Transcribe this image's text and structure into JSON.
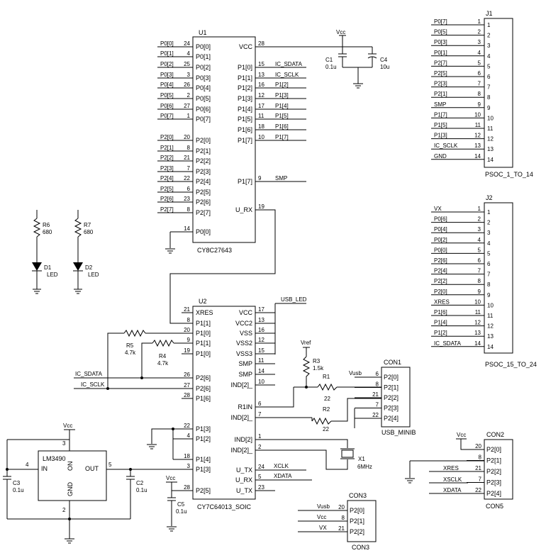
{
  "u1": {
    "ref": "U1",
    "part": "CY8C27643",
    "left": [
      [
        "24",
        "P0[0]",
        "P0[0]"
      ],
      [
        "4",
        "P0[1]",
        "P0[1]"
      ],
      [
        "25",
        "P0[2]",
        "P0[2]"
      ],
      [
        "3",
        "P0[3]",
        "P0[3]"
      ],
      [
        "26",
        "P0[4]",
        "P0[4]"
      ],
      [
        "2",
        "P0[5]",
        "P0[5]"
      ],
      [
        "27",
        "P0[6]",
        "P0[6]"
      ],
      [
        "1",
        "P0[7]",
        "P0[7]"
      ],
      [
        "20",
        "P2[0]",
        "P2[0]"
      ],
      [
        "8",
        "P2[1]",
        "P2[1]"
      ],
      [
        "21",
        "P2[2]",
        "P2[2]"
      ],
      [
        "7",
        "P2[3]",
        "P2[3]"
      ],
      [
        "22",
        "P2[4]",
        "P2[4]"
      ],
      [
        "6",
        "P2[5]",
        "P2[5]"
      ],
      [
        "23",
        "P2[6]",
        "P2[6]"
      ],
      [
        "8",
        "P2[7]",
        "P2[7]"
      ],
      [
        "14",
        "P0[0]",
        ""
      ]
    ],
    "right": [
      [
        "28",
        "VCC",
        ""
      ],
      [
        "15",
        "P1[0]",
        "IC_SDATA"
      ],
      [
        "13",
        "P1[1]",
        "IC_SCLK"
      ],
      [
        "16",
        "P1[2]",
        "P1[2]"
      ],
      [
        "12",
        "P1[3]",
        "P1[3]"
      ],
      [
        "17",
        "P1[4]",
        "P1[4]"
      ],
      [
        "11",
        "P1[5]",
        "P1[5]"
      ],
      [
        "18",
        "P1[6]",
        "P1[6]"
      ],
      [
        "10",
        "P1[7]",
        "P1[7]"
      ],
      [
        "9",
        "P1[7]",
        "SMP"
      ],
      [
        "19",
        "U_RX",
        ""
      ]
    ]
  },
  "u2": {
    "ref": "U2",
    "part": "CY7C64013_SOIC",
    "left": [
      [
        "21",
        "XRES"
      ],
      [
        "8",
        "P1[1]"
      ],
      [
        "20",
        "P1[0]"
      ],
      [
        "9",
        "P1[1]"
      ],
      [
        "19",
        "P1[0]"
      ],
      [
        "26",
        "P2[6]"
      ],
      [
        "27",
        "P2[6]"
      ],
      [
        "28",
        "P1[6]"
      ],
      [
        "22",
        "P1[3]"
      ],
      [
        "4",
        "P1[2]"
      ],
      [
        "18",
        "P1[4]"
      ],
      [
        "3",
        "P1[3]"
      ],
      [
        "28",
        "P2[5]"
      ]
    ],
    "right": [
      [
        "17",
        "VCC"
      ],
      [
        "13",
        "VCC2"
      ],
      [
        "16",
        "VSS"
      ],
      [
        "12",
        "VSS2"
      ],
      [
        "15",
        "VSS3"
      ],
      [
        "11",
        "SMP"
      ],
      [
        "14",
        "SMP"
      ],
      [
        "10",
        "IND[2]_"
      ],
      [
        "6",
        "R1IN"
      ],
      [
        "7",
        "IND[2]_"
      ],
      [
        "1",
        "IND[2]"
      ],
      [
        "2",
        "IND[2]_"
      ],
      [
        "24",
        "U_TX"
      ],
      [
        "5",
        "U_RX"
      ],
      [
        "23",
        "U_TX"
      ]
    ]
  },
  "j1": {
    "ref": "J1",
    "part": "PSOC_1_TO_14",
    "nets": [
      "P0[7]",
      "P0[5]",
      "P0[3]",
      "P0[1]",
      "P2[7]",
      "P2[5]",
      "P2[3]",
      "P2[1]",
      "SMP",
      "P1[7]",
      "P1[5]",
      "P1[3]",
      "IC_SCLK",
      "GND"
    ],
    "pins": [
      "1",
      "2",
      "3",
      "4",
      "5",
      "6",
      "7",
      "8",
      "9",
      "10",
      "11",
      "12",
      "13",
      "14"
    ]
  },
  "j2": {
    "ref": "J2",
    "part": "PSOC_15_TO_24",
    "nets": [
      "VX",
      "P0[6]",
      "P0[4]",
      "P0[2]",
      "P0[0]",
      "P2[6]",
      "P2[4]",
      "P2[2]",
      "P2[0]",
      "XRES",
      "P1[6]",
      "P1[4]",
      "P1[2]",
      "IC_SDATA"
    ],
    "pins": [
      "1",
      "2",
      "3",
      "4",
      "5",
      "6",
      "7",
      "8",
      "9",
      "10",
      "11",
      "12",
      "13",
      "14"
    ]
  },
  "con1": {
    "ref": "CON1",
    "part": "USB_MINIB",
    "pins": [
      [
        "6",
        "P2[0]"
      ],
      [
        "8",
        "P2[1]"
      ],
      [
        "21",
        "P2[2]"
      ],
      [
        "7",
        "P2[3]"
      ],
      [
        "22",
        "P2[4]"
      ]
    ]
  },
  "con2": {
    "ref": "CON2",
    "part": "CON5",
    "pins": [
      [
        "20",
        "P2[0]"
      ],
      [
        "8",
        "P2[1]"
      ],
      [
        "21",
        "P2[2]"
      ],
      [
        "7",
        "P2[3]"
      ],
      [
        "22",
        "P2[4]"
      ]
    ],
    "nets": [
      "XRES",
      "XSCLK",
      "XDATA"
    ]
  },
  "con3": {
    "ref": "CON3",
    "part": "CON3",
    "pins": [
      [
        "20",
        "P2[0]"
      ],
      [
        "8",
        "P2[1]"
      ],
      [
        "21",
        "P2[2]"
      ]
    ],
    "nets": [
      "VX"
    ]
  },
  "lm": {
    "ref": "LM3490",
    "in": "IN",
    "out": "OUT",
    "on": "ON",
    "gnd": "GND",
    "pin_in": "4",
    "pin_out": "5",
    "pin_on": "3",
    "pin_gnd": "2"
  },
  "parts": {
    "c1": "C1",
    "c1v": "0.1u",
    "c4": "C4",
    "c4v": "10u",
    "c3": "C3",
    "c3v": "0.1u",
    "c2": "C2",
    "c2v": "0.1u",
    "c5": "C5",
    "c5v": "0.1u",
    "r6": "R6",
    "r6v": "680",
    "r7": "R7",
    "r7v": "680",
    "d1": "D1",
    "d2": "D2",
    "led": "LED",
    "r5": "R5",
    "r5v": "4.7k",
    "r4": "R4",
    "r4v": "4.7k",
    "r3": "R3",
    "r3v": "1.5k",
    "r1": "R1",
    "r1v": "22",
    "r2": "R2",
    "r2v": "22",
    "x1": "X1",
    "x1v": "6MHz"
  },
  "nets": {
    "vcc": "Vcc",
    "vref": "Vref",
    "vusb": "Vusb",
    "usb_led": "USB_LED",
    "ic_sdata": "IC_SDATA",
    "ic_sclk": "IC_SCLK",
    "xclk": "XCLK",
    "xdata": "XDATA",
    "smp": "SMP"
  }
}
